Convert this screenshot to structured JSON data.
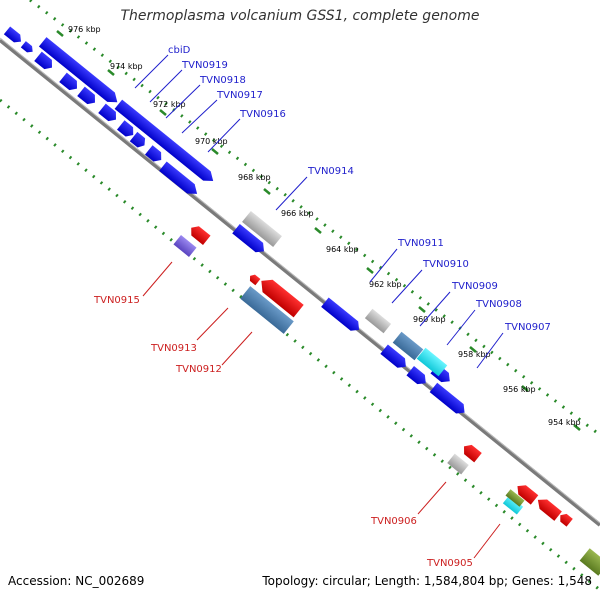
{
  "title": "Thermoplasma volcanium GSS1, complete genome",
  "footer": {
    "accession": "Accession: NC_002689",
    "summary": "Topology: circular; Length: 1,584,804 bp; Genes: 1,548"
  },
  "colors": {
    "forward": "#0a0ae8",
    "reverse": "#e81010",
    "grey": "#b8b8b8",
    "steel": "#4a7fae",
    "cyan": "#22e3f0",
    "purple": "#7a62d8",
    "olive": "#7a9a30",
    "backbone": "#7a7a7a",
    "ticks": "#2a8a2a"
  },
  "kbp_labels": [
    {
      "text": "976 kbp"
    },
    {
      "text": "974 kbp"
    },
    {
      "text": "972 kbp"
    },
    {
      "text": "970 kbp"
    },
    {
      "text": "968 kbp"
    },
    {
      "text": "966 kbp"
    },
    {
      "text": "964 kbp"
    },
    {
      "text": "962 kbp"
    },
    {
      "text": "960 kbp"
    },
    {
      "text": "958 kbp"
    },
    {
      "text": "956 kbp"
    },
    {
      "text": "954 kbp"
    }
  ],
  "blue_labels": [
    "cbiD",
    "TVN0919",
    "TVN0918",
    "TVN0917",
    "TVN0916",
    "TVN0914",
    "TVN0911",
    "TVN0910",
    "TVN0909",
    "TVN0908",
    "TVN0907"
  ],
  "red_labels": [
    "TVN0915",
    "TVN0913",
    "TVN0912",
    "TVN0906",
    "TVN0905"
  ]
}
